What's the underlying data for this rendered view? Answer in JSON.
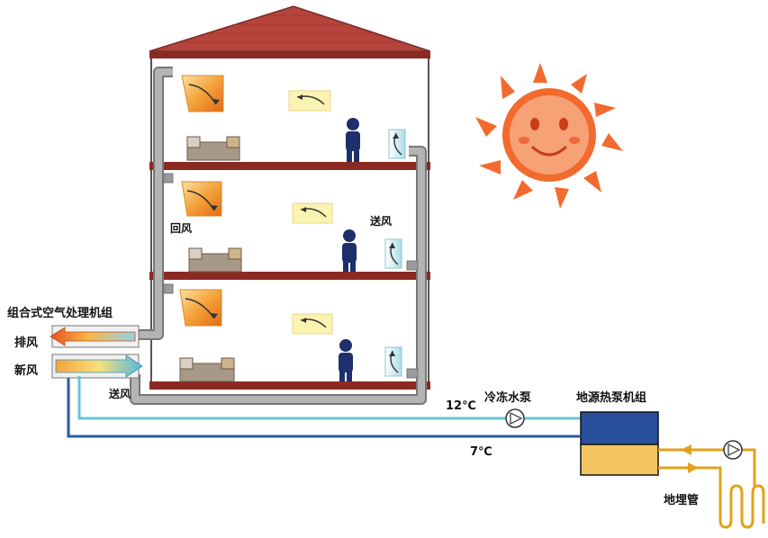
{
  "labels": {
    "ahu_title": "组合式空气处理机组",
    "exhaust_air": "排风",
    "fresh_air": "新风",
    "supply_air_bottom": "送风",
    "return_air": "回风",
    "supply_air_right": "送风",
    "temp_supply": "12℃",
    "temp_return": "7℃",
    "chilled_pump": "冷冻水泵",
    "heat_pump_unit": "地源热泵机组",
    "buried_pipe": "地埋管"
  },
  "colors": {
    "roof": "#b5443c",
    "floor_slab": "#8b2a22",
    "duct": "#9a9a9a",
    "supply_pipe": "#66c7d2",
    "return_pipe": "#2a5aa8",
    "ground_loop": "#e0a21a",
    "unit_top": "#2a4f9c",
    "unit_bottom": "#f3c560",
    "sun": "#f26a2e",
    "person": "#1e2f6b"
  }
}
